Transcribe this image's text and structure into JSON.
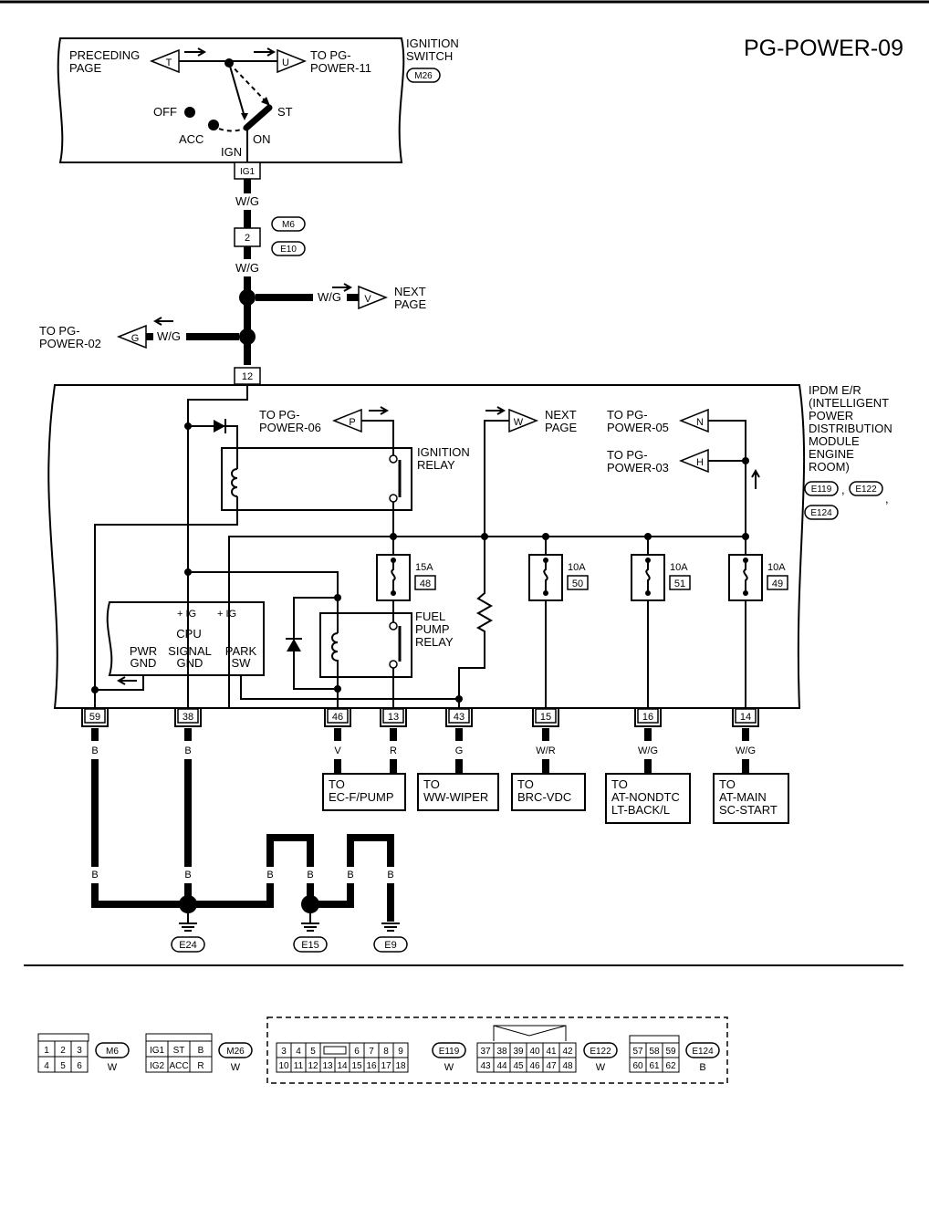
{
  "page_id": "PG-POWER-09",
  "ignition_switch": {
    "title": [
      "IGNITION",
      "SWITCH"
    ],
    "connector": "M26",
    "positions": {
      "off": "OFF",
      "acc": "ACC",
      "ign": "IGN",
      "on": "ON",
      "st": "ST"
    },
    "terminal": "IG1"
  },
  "top_links": {
    "preceding": [
      "PRECEDING",
      "PAGE"
    ],
    "preceding_tag": "T",
    "to_pg_11": [
      "TO PG-",
      "POWER-11"
    ],
    "to_pg_11_tag": "U"
  },
  "joint": {
    "terminal": "2",
    "connectors": [
      "M6",
      "E10"
    ]
  },
  "wires": {
    "wg": "W/G",
    "b": "B",
    "v": "V",
    "r": "R",
    "g": "G",
    "wr": "W/R"
  },
  "offpage": {
    "next_v": {
      "tag": "V",
      "label": [
        "NEXT",
        "PAGE"
      ]
    },
    "to_pg02": {
      "tag": "G",
      "label": [
        "TO PG-",
        "POWER-02"
      ]
    }
  },
  "ipdm": {
    "title": [
      "IPDM E/R",
      "(INTELLIGENT",
      "POWER",
      "DISTRIBUTION",
      "MODULE",
      "ENGINE",
      "ROOM)"
    ],
    "connectors": [
      "E119",
      "E122",
      "E124"
    ],
    "input_terminal": "12",
    "to_pg06": {
      "tag": "P",
      "label": [
        "TO PG-",
        "POWER-06"
      ]
    },
    "next_w": {
      "tag": "W",
      "label": [
        "NEXT",
        "PAGE"
      ]
    },
    "to_pg05": {
      "tag": "N",
      "label": [
        "TO PG-",
        "POWER-05"
      ]
    },
    "to_pg03": {
      "tag": "H",
      "label": [
        "TO PG-",
        "POWER-03"
      ]
    },
    "ignition_relay": [
      "IGNITION",
      "RELAY"
    ],
    "fuel_pump_relay": [
      "FUEL",
      "PUMP",
      "RELAY"
    ],
    "cpu": {
      "title": "CPU",
      "ig": "+ IG",
      "pwr_gnd": [
        "PWR",
        "GND"
      ],
      "signal_gnd": [
        "SIGNAL",
        "GND"
      ],
      "park_sw": [
        "PARK",
        "SW"
      ]
    },
    "fuses": [
      {
        "rating": "15A",
        "number": "48"
      },
      {
        "rating": "10A",
        "number": "50"
      },
      {
        "rating": "10A",
        "number": "51"
      },
      {
        "rating": "10A",
        "number": "49"
      }
    ],
    "terminals": [
      "59",
      "38",
      "46",
      "13",
      "43",
      "15",
      "16",
      "14"
    ]
  },
  "destinations": [
    {
      "label": [
        "TO",
        "EC-F/PUMP"
      ]
    },
    {
      "label": [
        "TO",
        "WW-WIPER"
      ]
    },
    {
      "label": [
        "TO",
        "BRC-VDC"
      ]
    },
    {
      "label": [
        "TO",
        "AT-NONDTC",
        "LT-BACK/L"
      ]
    },
    {
      "label": [
        "TO",
        "AT-MAIN",
        "SC-START"
      ]
    }
  ],
  "grounds": [
    "E24",
    "E15",
    "E9"
  ],
  "connector_views": {
    "m6": {
      "id": "M6",
      "color": "W",
      "rows": [
        [
          "1",
          "2",
          "3"
        ],
        [
          "4",
          "5",
          "6"
        ]
      ]
    },
    "m26": {
      "id": "M26",
      "color": "W",
      "rows": [
        [
          "IG1",
          "ST",
          "B"
        ],
        [
          "IG2",
          "ACC",
          "R"
        ]
      ]
    },
    "e119": {
      "id": "E119",
      "color": "W",
      "rows": [
        [
          "3",
          "4",
          "5",
          "",
          "6",
          "7",
          "8",
          "9"
        ],
        [
          "10",
          "11",
          "12",
          "13",
          "14",
          "15",
          "16",
          "17",
          "18"
        ]
      ]
    },
    "e122": {
      "id": "E122",
      "color": "W",
      "rows": [
        [
          "37",
          "38",
          "39",
          "40",
          "41",
          "42"
        ],
        [
          "43",
          "44",
          "45",
          "46",
          "47",
          "48"
        ]
      ]
    },
    "e124": {
      "id": "E124",
      "color": "B",
      "rows": [
        [
          "57",
          "58",
          "59"
        ],
        [
          "60",
          "61",
          "62"
        ]
      ]
    }
  }
}
